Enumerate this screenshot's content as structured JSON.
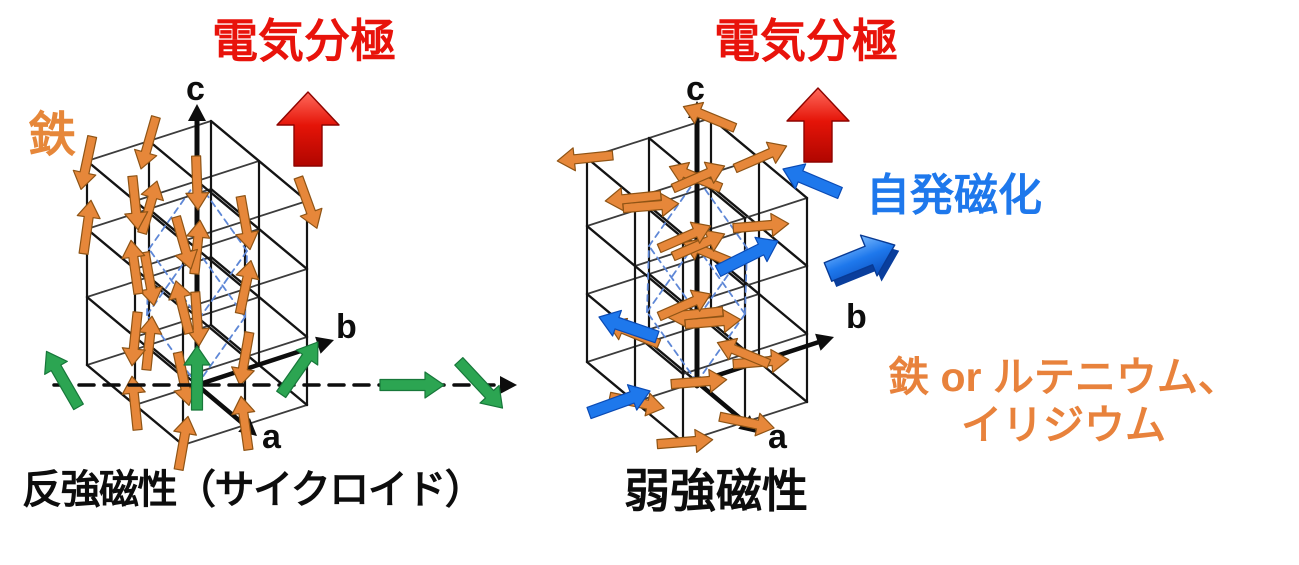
{
  "figure": {
    "left": {
      "caption": "反強磁性（サイクロイド）",
      "polarization_label": "電気分極",
      "atom_label": "鉄",
      "axes": {
        "a": "a",
        "b": "b",
        "c": "c"
      }
    },
    "right": {
      "caption": "弱強磁性",
      "polarization_label": "電気分極",
      "magnetization_label": "自発磁化",
      "atom_label_line1": "鉄 or ルテニウム、",
      "atom_label_line2": "イリジウム",
      "axes": {
        "a": "a",
        "b": "b",
        "c": "c"
      }
    },
    "colors": {
      "polarization_red": "#e8130b",
      "spin_orange": "#e6873a",
      "spin_orange_outline": "#8f5415",
      "cycloid_green": "#2ca552",
      "cycloid_green_outline": "#17773a",
      "magnetization_blue": "#1e78ec",
      "magnetization_blue_outline": "#0b4bb5",
      "atom_text_orange": "#e8823c",
      "lattice_black": "#141414",
      "lattice_gray": "#3c3c3c",
      "cage_dashed_blue": "#5e87d6"
    }
  }
}
